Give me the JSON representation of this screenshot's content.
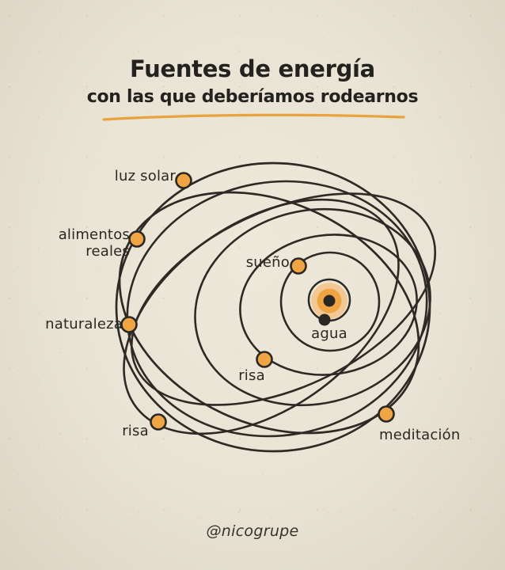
{
  "header": {
    "title": "Fuentes de energía",
    "subtitle": "con las que deberíamos rodearnos"
  },
  "diagram": {
    "items": [
      {
        "label": "luz solar"
      },
      {
        "label": "alimentos reales"
      },
      {
        "label": "naturaleza"
      },
      {
        "label": "sueño"
      },
      {
        "label": "agua"
      },
      {
        "label": "risa"
      },
      {
        "label": "risa"
      },
      {
        "label": "meditación"
      }
    ]
  },
  "footer": {
    "credit": "@nicogrupe"
  },
  "colors": {
    "background": "#e9e3d5",
    "ink": "#2d2a25",
    "accent_orange": "#f0a544",
    "sun_glow": "#f3c388",
    "underline": "#e9a33c"
  }
}
